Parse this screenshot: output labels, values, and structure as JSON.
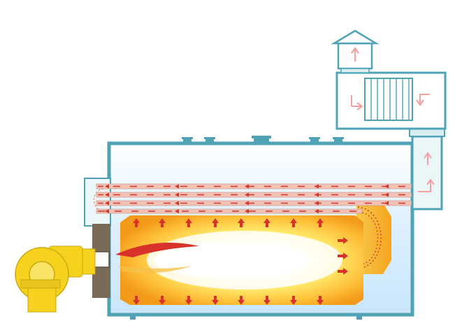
{
  "diagram": {
    "colors": {
      "frame": "#4fa3b4",
      "frame_light": "#bfe3ea",
      "water": "#dcefff",
      "tube_red": "#d8322a",
      "tube_pale": "#f3c2b5",
      "flame_core": "#ffffff",
      "flame_mid": "#ffe96a",
      "flame_outer": "#f7a11c",
      "burner_yellow": "#f6d21f",
      "burner_gray": "#7a6a58",
      "arrow_pink": "#f2a0a0",
      "arrow_red": "#e03a2a"
    },
    "components": [
      "boiler-shell",
      "combustion-chamber",
      "fire-tubes",
      "burner",
      "rear-turnaround-chamber",
      "front-smokebox",
      "economizer",
      "chimney-cap"
    ],
    "flow_directions": {
      "flue_in_tubes": "right-to-left",
      "stack": "upward",
      "flame_heat": "radiating-outward"
    }
  }
}
